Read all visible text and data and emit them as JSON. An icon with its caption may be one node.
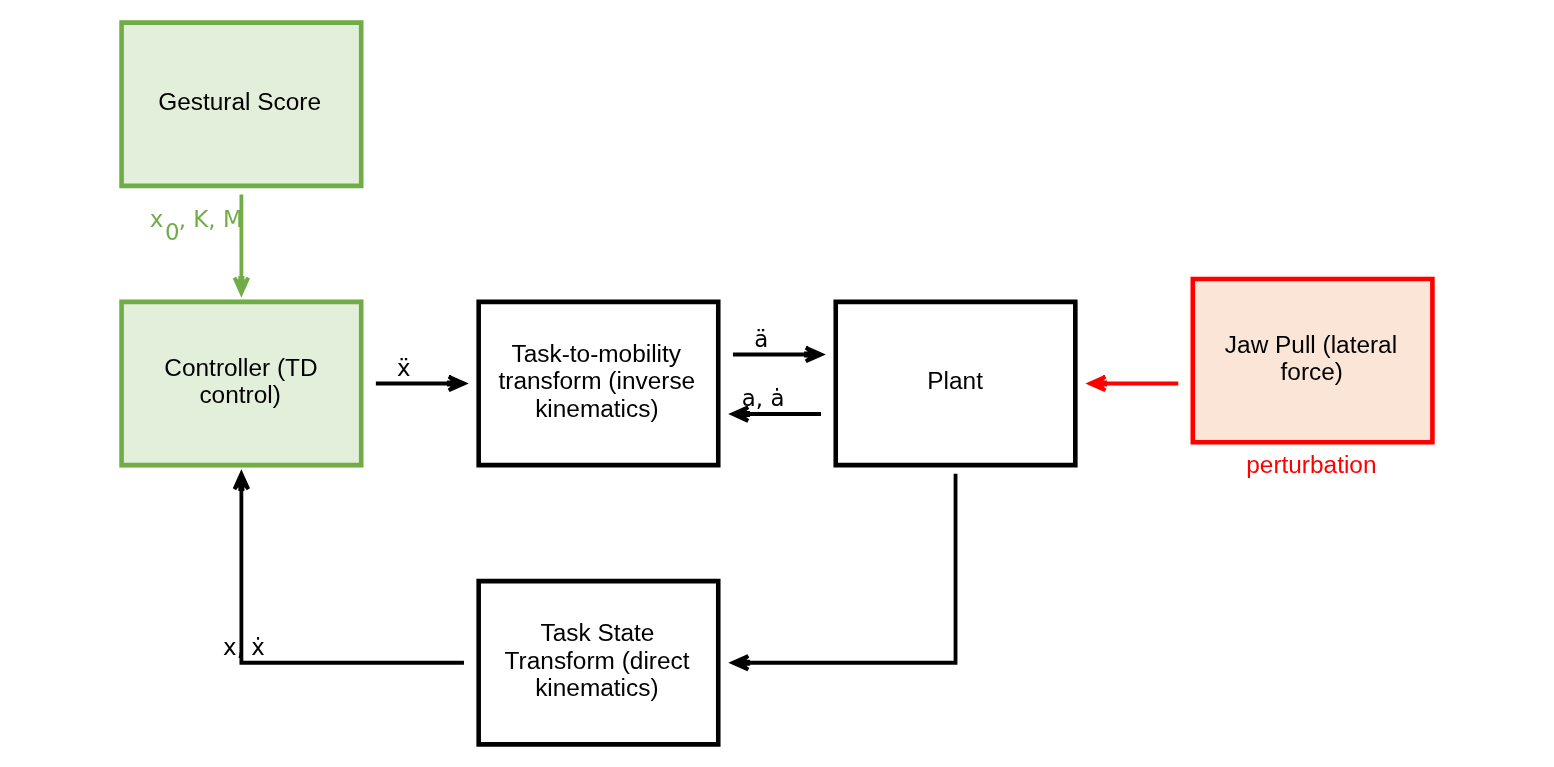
{
  "diagram": {
    "nodes": [
      {
        "text": [
          "Gestural Score"
        ]
      },
      {
        "text": [
          "Controller (TD control)"
        ]
      },
      {
        "text": [
          "Task-to-mobility transform (inverse kinematics)"
        ]
      },
      {
        "text": [
          "Plant"
        ]
      },
      {
        "text": [
          "Jaw Pull (lateral force)"
        ],
        "beside": [
          "perturbation"
        ]
      },
      {
        "text": [
          "Task State Transform (direct kinematics)"
        ]
      }
    ],
    "edges": [
      {
        "from": 0,
        "to": 1,
        "arrow": "to",
        "label": "x$_{0}$, K, M",
        "color": "#70ad47"
      },
      {
        "from": 1,
        "to": 2,
        "arrow": "to",
        "label": "ẍ"
      },
      {
        "from": 2,
        "to": 3,
        "arrow": "to",
        "label": "ä"
      },
      {
        "from": 3,
        "to": 2,
        "arrow": "to",
        "label": "a, ȧ"
      },
      {
        "from": 3,
        "to": 5,
        "arrow": "to"
      },
      {
        "from": 5,
        "to": 1,
        "arrow": "to",
        "label": "x, ẋ"
      },
      {
        "from": 4,
        "to": 3,
        "arrow": "to",
        "color": "#ff0000"
      }
    ]
  }
}
